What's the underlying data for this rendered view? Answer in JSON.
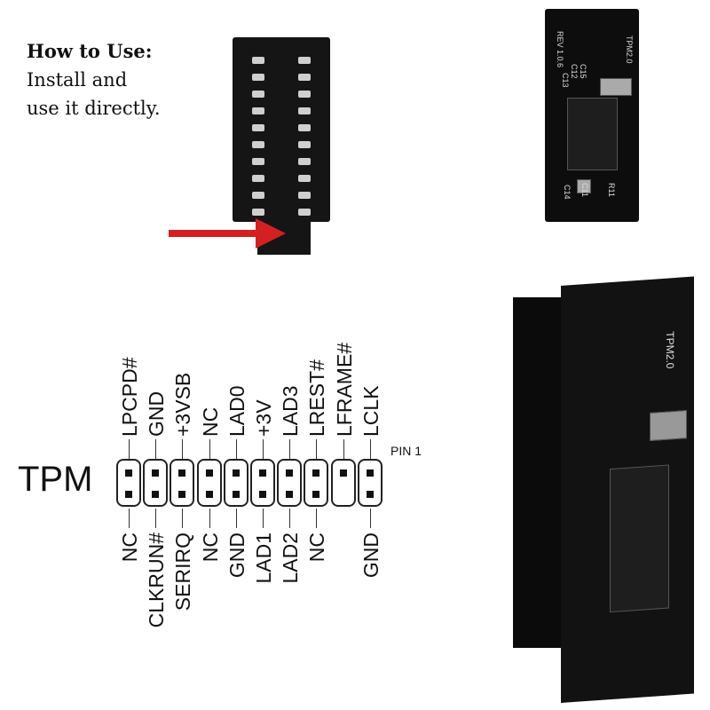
{
  "how_to_use": {
    "title": "How to Use:",
    "lines": [
      "Install and",
      "use it directly."
    ]
  },
  "diagram": {
    "header_label": "TPM",
    "pin1_label": "PIN 1",
    "top_row": [
      "LPCPD#",
      "GND",
      "+3VSB",
      "NC",
      "LAD0",
      "+3V",
      "LAD3",
      "LREST#",
      "LFRAME#",
      "LCLK"
    ],
    "bottom_row": [
      "NC",
      "CLKRUN#",
      "SERIRQ",
      "NC",
      "GND",
      "LAD1",
      "LAD2",
      "NC",
      "",
      "GND"
    ],
    "missing_pin_column": 9
  },
  "pcb_silkscreen": {
    "model": "TPM2.0",
    "revision": "REV 1.0.6",
    "components": [
      "C15",
      "C12",
      "C13",
      "C11",
      "R11",
      "C14"
    ]
  },
  "colors": {
    "arrow": "#d42020",
    "pcb": "#0d0d0d"
  }
}
